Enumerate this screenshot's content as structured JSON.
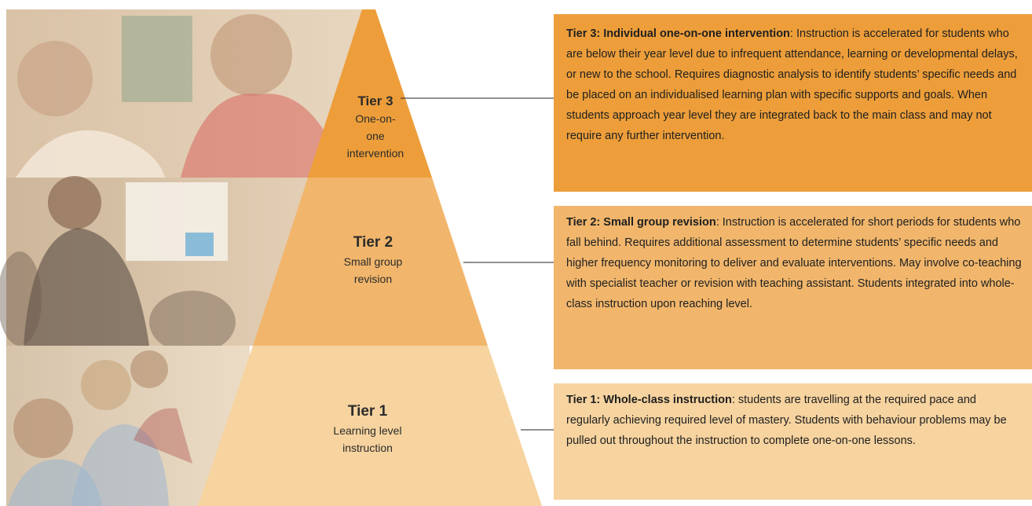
{
  "colors": {
    "tier3": "#ED9E3A",
    "tier2": "#F1B66C",
    "tier1": "#F6D39F",
    "connector": "#222222",
    "photo_tint": "#E9D4B8"
  },
  "images": {
    "top": "photo: teacher talking with student in red school uniform",
    "middle": "photo: teacher holding up a chart in classroom",
    "bottom": "photo: students seated at desks in classroom"
  },
  "pyramid": {
    "tier3": {
      "name": "Tier 3",
      "sub_lines": [
        "One-on-",
        "one",
        "intervention"
      ]
    },
    "tier2": {
      "name": "Tier 2",
      "sub_lines": [
        "Small group",
        "revision"
      ]
    },
    "tier1": {
      "name": "Tier 1",
      "sub_lines": [
        "Learning level",
        "instruction"
      ]
    }
  },
  "boxes": {
    "tier3": {
      "heading": "Tier 3: Individual one-on-one intervention",
      "body": ": Instruction is accelerated for students who are below their year level due  to infrequent attendance, learning or developmental delays, or new to the school. Requires diagnostic analysis to identify students’ specific needs and be placed on an individualised learning plan with specific supports and goals. When students approach year level they are integrated back to the main class and may not require any further intervention."
    },
    "tier2": {
      "heading": "Tier 2: Small group revision",
      "body": ": Instruction is accelerated for short periods for students who fall behind. Requires additional assessment to determine students’ specific needs and higher frequency monitoring to deliver and evaluate interventions. May involve co-teaching with specialist teacher or revision with teaching assistant. Students integrated into whole-class instruction upon reaching level."
    },
    "tier1": {
      "heading": "Tier 1: Whole-class instruction",
      "body": ": students are travelling at the required pace and regularly achieving required level of mastery. Students with behaviour problems may be pulled out throughout the instruction to complete one-on-one lessons."
    }
  }
}
